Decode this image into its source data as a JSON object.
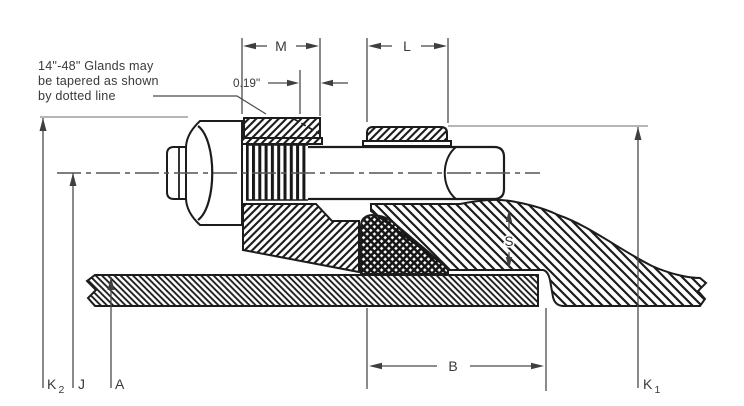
{
  "diagram": {
    "type": "mechanical-joint-gland-cross-section",
    "note": {
      "line1": "14\"-48\" Glands may",
      "line2": "be tapered as shown",
      "line3": "by dotted line"
    },
    "dimension_labels": {
      "m": "M",
      "l": "L",
      "b": "B",
      "s": "S",
      "a": "A",
      "j": "J",
      "k1_base": "K",
      "k1_sub": "1",
      "k2_base": "K",
      "k2_sub": "2",
      "taper_offset": "0.19\""
    },
    "parts": {
      "gland_flange": "gland follower flange (tapered option shown dashed)",
      "hex_nut": "hex nut",
      "bolt": "t-bolt with threads",
      "gasket": "wedge gasket",
      "bell": "pipe bell socket",
      "spigot": "plain-end pipe spigot"
    },
    "colors": {
      "background": "#ffffff",
      "line": "#1c1c1c",
      "dimension_line": "#4a4a4a",
      "reference_line": "#8a8a8a",
      "text": "#3a3a3a"
    }
  }
}
